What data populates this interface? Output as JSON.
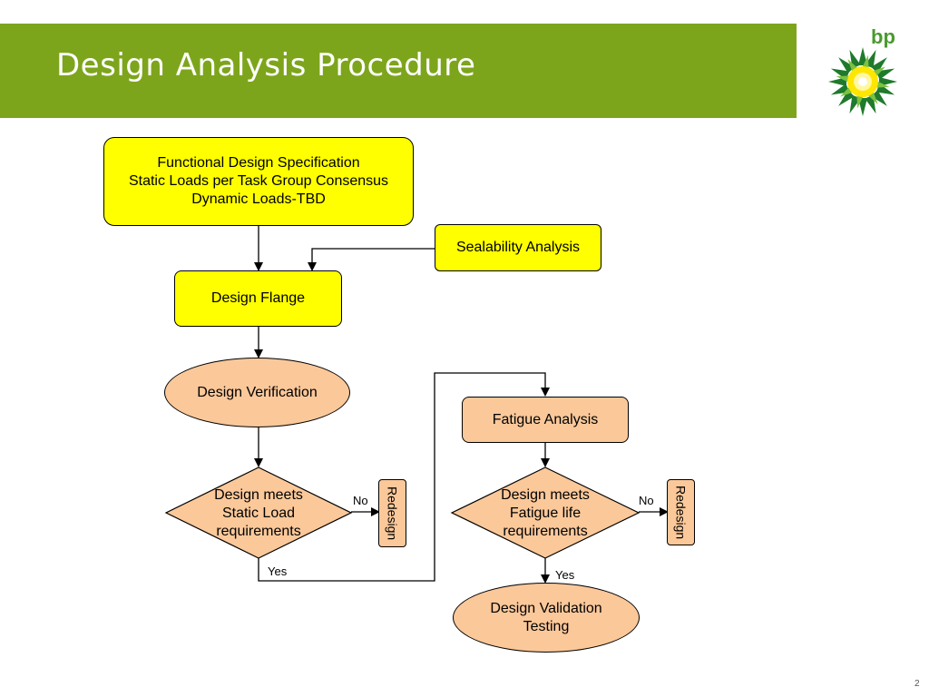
{
  "slide": {
    "title": "Design Analysis Procedure",
    "page_number": "2",
    "logo_text": "bp"
  },
  "nodes": {
    "functional_spec": [
      "Functional Design Specification",
      "Static Loads per Task Group Consensus",
      "Dynamic Loads-TBD"
    ],
    "sealability": "Sealability Analysis",
    "design_flange": "Design Flange",
    "design_verification": "Design Verification",
    "static_check": [
      "Design meets",
      "Static Load",
      "requirements"
    ],
    "redesign_1": "Redesign",
    "fatigue_analysis": "Fatigue Analysis",
    "fatigue_check": [
      "Design meets",
      "Fatigue life",
      "requirements"
    ],
    "redesign_2": "Redesign",
    "validation": [
      "Design Validation",
      "Testing"
    ]
  },
  "edge_labels": {
    "static_no": "No",
    "static_yes": "Yes",
    "fatigue_no": "No",
    "fatigue_yes": "Yes"
  },
  "colors": {
    "title_band": "#7da51c",
    "yellow_box": "#ffff00",
    "peach_box": "#fbc89a",
    "logo_green": "#4a9a2e",
    "logo_yellow": "#ffe600"
  }
}
